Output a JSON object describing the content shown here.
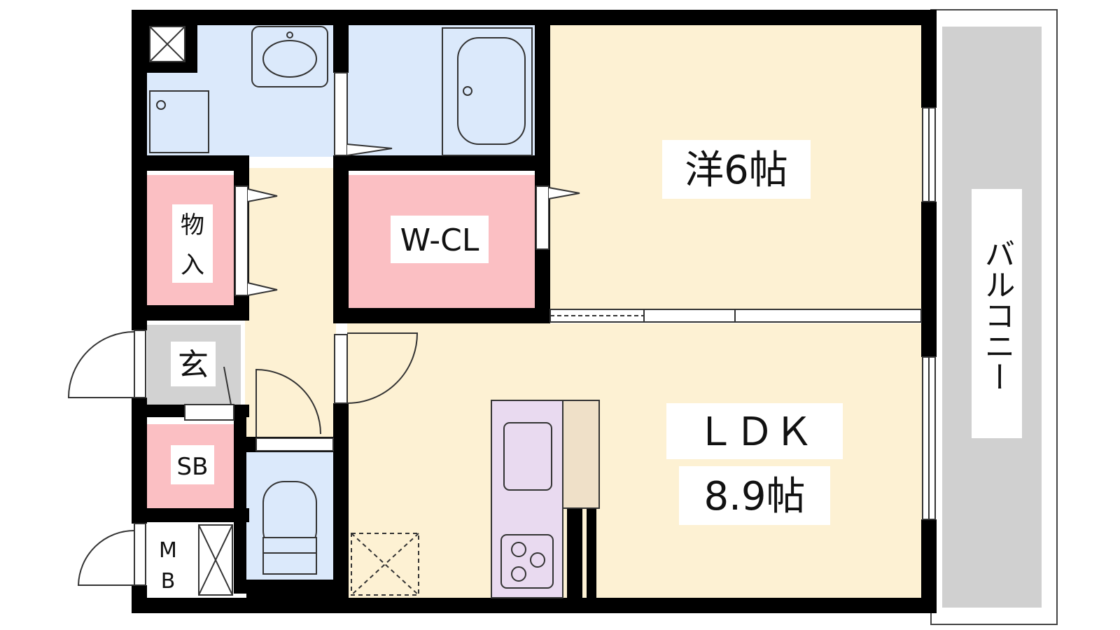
{
  "rooms": {
    "western_room": {
      "label": "洋6帖"
    },
    "walk_in_closet": {
      "label": "W-CL"
    },
    "storage": {
      "label_top": "物",
      "label_bottom": "入"
    },
    "entrance": {
      "label": "玄"
    },
    "shoe_box": {
      "label": "SB"
    },
    "meter_box": {
      "label_top": "M",
      "label_bottom": "B"
    },
    "ldk": {
      "label": "ＬＤＫ",
      "size": "8.9帖"
    },
    "balcony": {
      "label": "バルコニー"
    }
  },
  "colors": {
    "wall": "#000000",
    "western_floor": "#fdf1d3",
    "wet_area": "#dbe9fb",
    "closet": "#fbbfc3",
    "entrance_floor": "#d2d2d2",
    "kitchen_counter": "#e9daf0",
    "kitchen_side": "#efe0c8",
    "balcony": "#d0d0d0"
  },
  "icons": [
    "washbasin-icon",
    "bathtub-icon",
    "toilet-icon",
    "sink-icon",
    "stove-icon",
    "ventilation-icon"
  ]
}
